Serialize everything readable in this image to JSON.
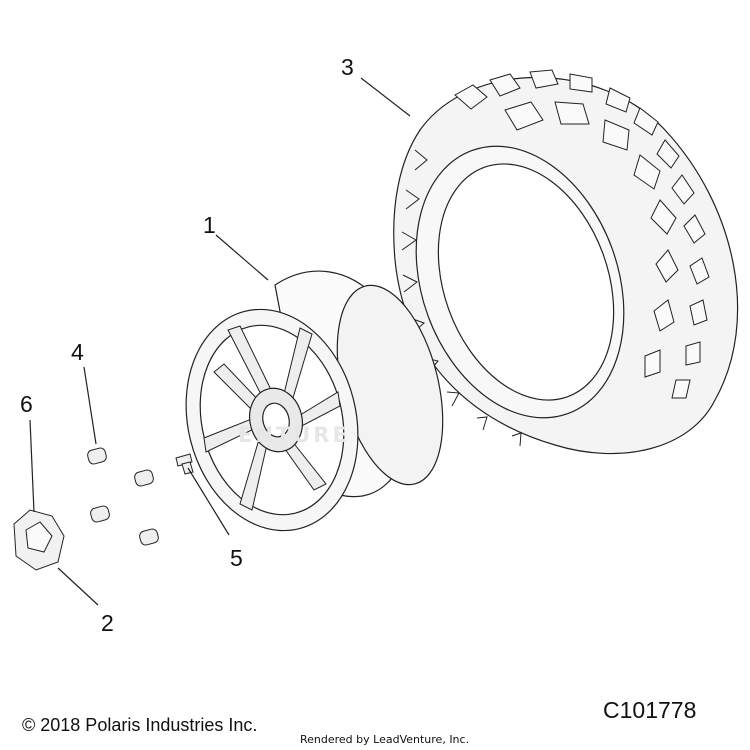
{
  "diagram": {
    "callouts": [
      {
        "id": "1",
        "label": "1"
      },
      {
        "id": "2",
        "label": "2"
      },
      {
        "id": "3",
        "label": "3"
      },
      {
        "id": "4",
        "label": "4"
      },
      {
        "id": "5",
        "label": "5"
      },
      {
        "id": "6",
        "label": "6"
      }
    ],
    "figure_code": "C101778",
    "copyright": "© 2018 Polaris Industries Inc.",
    "rendered_by": "Rendered by LeadVenture, Inc.",
    "watermark_text": "ENTURE"
  },
  "colors": {
    "line": "#222222",
    "fill": "#f4f4f4",
    "watermark": "#e6e6e6"
  }
}
